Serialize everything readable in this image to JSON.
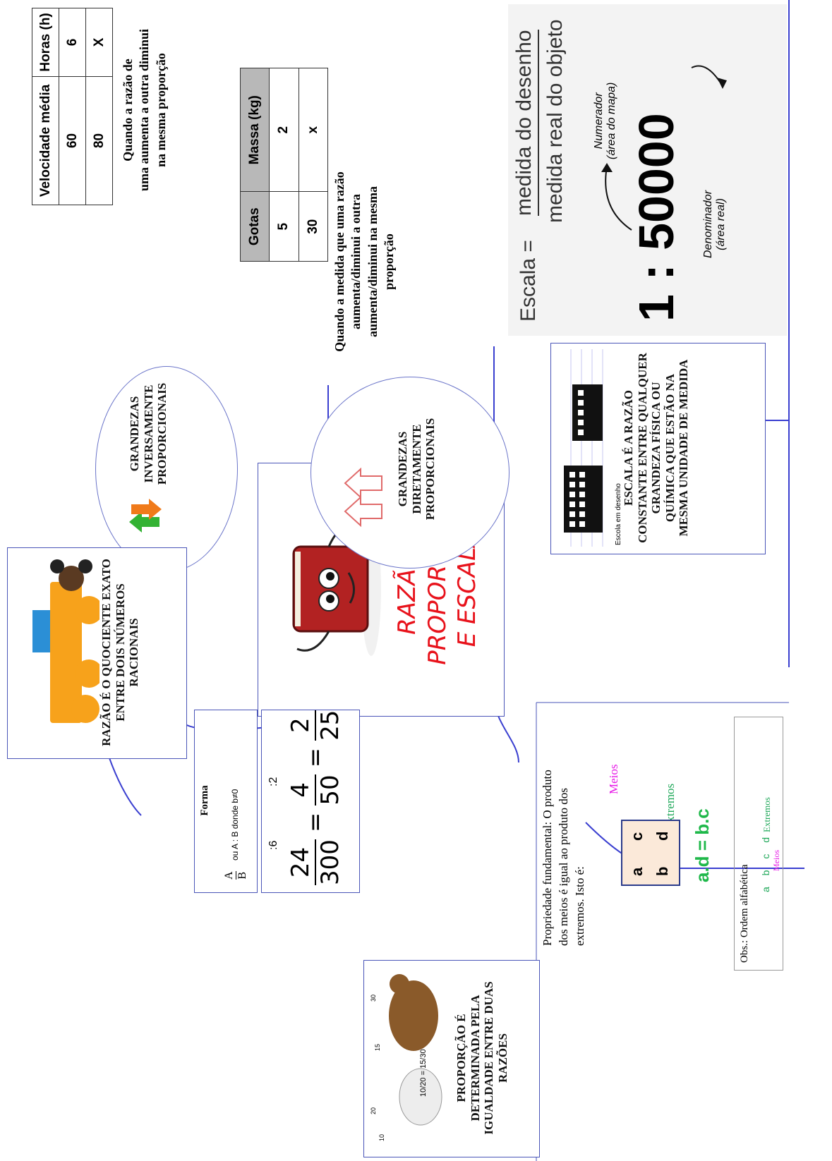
{
  "center": {
    "title_lines": [
      "RAZÃO,",
      "PROPORÇÃO",
      "E ESCALA"
    ],
    "color": "#e8121b"
  },
  "inverse": {
    "label": "GRANDEZAS INVERSAMENTE PROPORCIONAIS",
    "table": {
      "headers": [
        "Velocidade média",
        "Horas (h)"
      ],
      "rows": [
        [
          "60",
          "6"
        ],
        [
          "80",
          "X"
        ]
      ]
    },
    "caption_lines": [
      "Quando a razão de",
      "uma aumenta a outra diminui",
      "na mesma proporção"
    ]
  },
  "direct": {
    "label": "GRANDEZAS DIRETAMENTE PROPORCIONAIS",
    "table": {
      "headers": [
        "Gotas",
        "Massa (kg)"
      ],
      "rows": [
        [
          "5",
          "2"
        ],
        [
          "30",
          "x"
        ]
      ]
    },
    "caption_lines": [
      "Quando a medida que uma razão",
      "aumenta/diminui a outra",
      "aumenta/diminui na mesma",
      "proporção"
    ]
  },
  "scale": {
    "label": "ESCALA É A RAZÃO CONSTANTE ENTRE QUALQUER GRANDEZA FÍSICA OU QUÍMICA QUE ESTÃO NA MESMA UNIDADE DE MEDIDA",
    "building_words": [
      "Escola",
      "em",
      "desenho"
    ],
    "formula_label": "Escala =",
    "numerator": "medida do desenho",
    "denominator": "medida real do objeto",
    "ratio": "1 : 50000",
    "numerator_note": [
      "Numerador",
      "(área do mapa)"
    ],
    "denominator_note": [
      "Denominador",
      "(área real)"
    ]
  },
  "reason": {
    "label": "RAZÃO É O QUOCIENTE EXATO ENTRE DOIS NÚMEROS RACIONAIS",
    "form_title": "Forma",
    "form_num": "A",
    "form_den": "B",
    "form_text": "ou A : B donde b≠0",
    "fractions": [
      {
        "num": "24",
        "den": "300"
      },
      {
        "num": "4",
        "den": "50"
      },
      {
        "num": "2",
        "den": "25"
      }
    ],
    "divisors": [
      ":6",
      ":2"
    ]
  },
  "proportion": {
    "label": "PROPORÇÃO É DETERMINADA PELA IGUALDADE ENTRE DUAS RAZÕES",
    "mini_equation": "10/20 = 15/30",
    "dim_labels": [
      "10",
      "20",
      "15",
      "30"
    ],
    "property_lines": [
      "Propriedade fundamental: O produto",
      "dos meios é igual ao produto dos",
      "extremos. Isto é:"
    ],
    "meios": "Meios",
    "extremos": "Extremos",
    "letters": [
      "a",
      "b",
      "c",
      "d"
    ],
    "equation": "a.d = b.c",
    "obs": "Obs.: Ordem alfabética",
    "colors": {
      "meios": "#e619e6",
      "extremos": "#20a85a",
      "equation": "#1fb84a"
    }
  }
}
